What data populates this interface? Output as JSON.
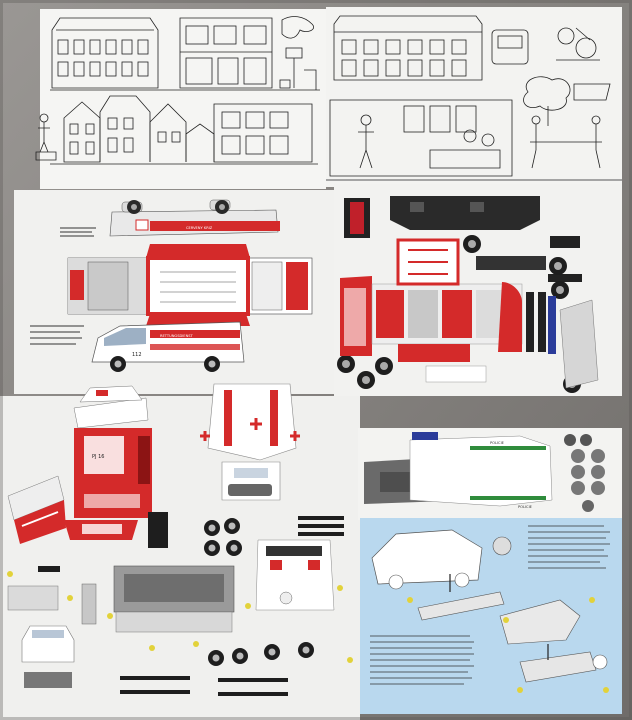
{
  "scene": {
    "description_free": true,
    "colors": {
      "backdrop": "#8a8784",
      "paper": "#f4f4f2",
      "red": "#d42a2a",
      "dark_red": "#8c1414",
      "blue_sheet": "#b9d8ee",
      "green_stripe": "#2f8c3c",
      "tire": "#1e1e1e",
      "grey": "#b8b8b8"
    }
  },
  "labels": {
    "ambulance_side": "CERVENY KRIZ",
    "ambulance_side2": "RETTUNGSDIENST",
    "unit_code": "112",
    "unit_code2": "PJ 16",
    "police": "POLICIE",
    "police_roof": "POLICIE"
  }
}
